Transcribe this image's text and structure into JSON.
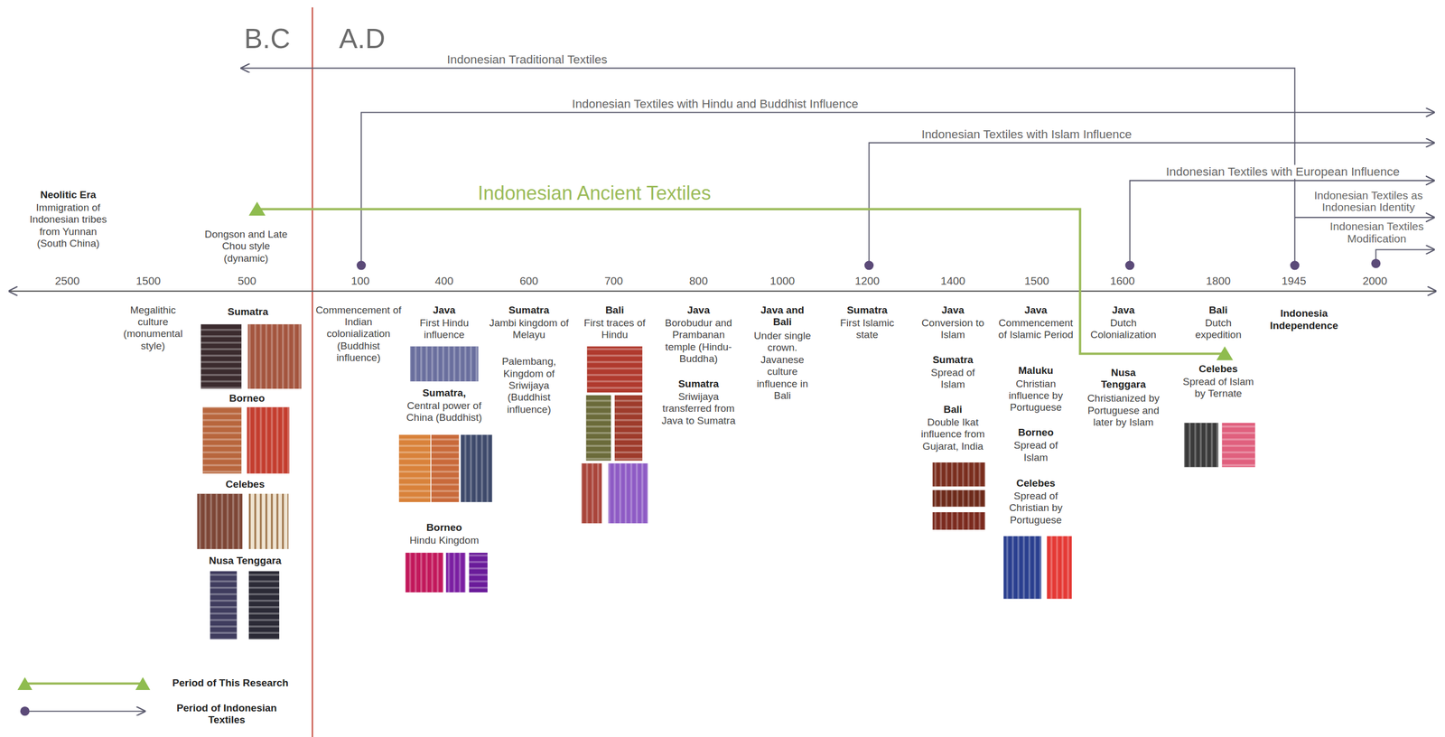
{
  "diagram": {
    "labels": [
      "B.C",
      "A.D",
      "Indonesian Traditional Textiles",
      "Indonesian Textiles with Hindu and Buddhist Influence",
      "Indonesian Textiles with Islam Influence",
      "Indonesian Textiles with European Influence",
      "Indonesian Textiles as Indonesian Identity",
      "Indonesian Textiles Modification",
      "Indonesian Ancient Textiles",
      "Neolitic Era",
      "Immigration of Indonesian tribes from Yunnan (South China)",
      "Dongson and Late Chou style (dynamic)",
      "2500",
      "1500",
      "500",
      "100",
      "400",
      "600",
      "700",
      "800",
      "1000",
      "1200",
      "1400",
      "1500",
      "1600",
      "1800",
      "1945",
      "2000",
      "Megalithic culture (monumental style)",
      "Sumatra",
      "Borneo",
      "Celebes",
      "Nusa Tenggara",
      "Commencement of Indian colonialization (Buddhist influence)",
      "Java",
      "First Hindu influence",
      "Sumatra,",
      "Central power of China (Buddhist)",
      "Borneo",
      "Hindu Kingdom",
      "Sumatra",
      "Jambi kingdom of Melayu",
      "Palembang, Kingdom of Sriwijaya (Buddhist influence)",
      "Bali",
      "First traces of Hindu",
      "Java",
      "Borobudur and Prambanan temple (Hindu-Buddha)",
      "Sumatra",
      "Sriwijaya transferred from Java to Sumatra",
      "Java and Bali",
      "Under single crown. Javanese culture influence in Bali",
      "Sumatra",
      "First Islamic state",
      "Java",
      "Conversion to Islam",
      "Sumatra",
      "Spread of Islam",
      "Bali",
      "Double Ikat influence from Gujarat, India",
      "Java",
      "Commencement of Islamic Period",
      "Maluku",
      "Christian influence by Portuguese",
      "Borneo",
      "Spread of Islam",
      "Celebes",
      "Spread of Christian by Portuguese",
      "Java",
      "Dutch Colonialization",
      "Nusa Tenggara",
      "Christianized by Portuguese and later by Islam",
      "Bali",
      "Dutch expedition",
      "Celebes",
      "Spread of Islam by Ternate",
      "Indonesia Independence"
    ],
    "legend": [
      {
        "text": "Period of This Research"
      },
      {
        "text": "Period of Indonesian Textiles"
      }
    ]
  }
}
